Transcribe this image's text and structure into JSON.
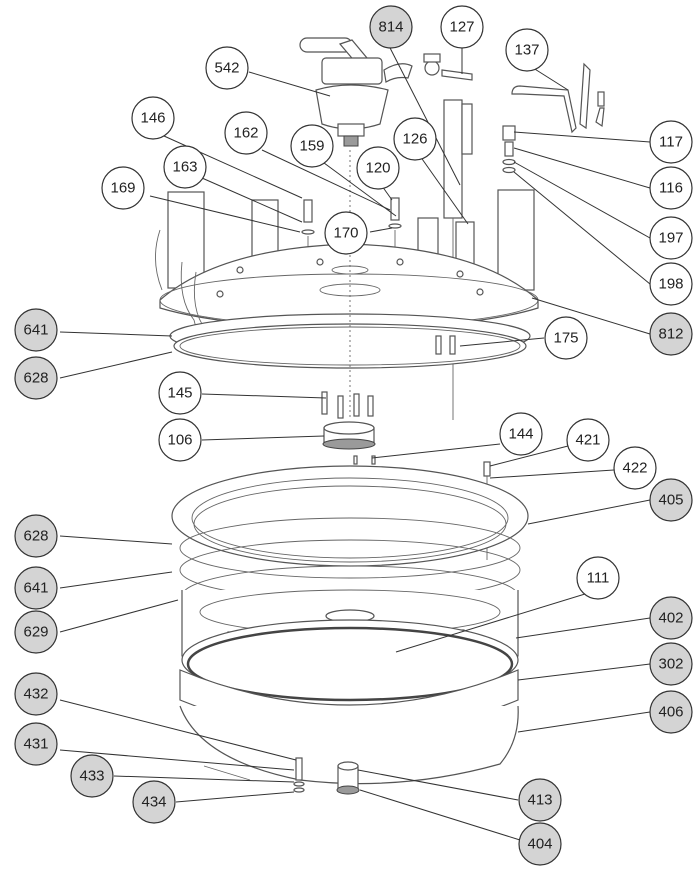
{
  "callouts": [
    {
      "label": "814",
      "style": "gray"
    },
    {
      "label": "127",
      "style": "white"
    },
    {
      "label": "137",
      "style": "white"
    },
    {
      "label": "542",
      "style": "white"
    },
    {
      "label": "146",
      "style": "white"
    },
    {
      "label": "162",
      "style": "white"
    },
    {
      "label": "159",
      "style": "white"
    },
    {
      "label": "126",
      "style": "white"
    },
    {
      "label": "117",
      "style": "white"
    },
    {
      "label": "120",
      "style": "white"
    },
    {
      "label": "163",
      "style": "white"
    },
    {
      "label": "116",
      "style": "white"
    },
    {
      "label": "169",
      "style": "white"
    },
    {
      "label": "170",
      "style": "white"
    },
    {
      "label": "197",
      "style": "white"
    },
    {
      "label": "198",
      "style": "white"
    },
    {
      "label": "641",
      "style": "gray"
    },
    {
      "label": "812",
      "style": "gray"
    },
    {
      "label": "175",
      "style": "white"
    },
    {
      "label": "628",
      "style": "gray"
    },
    {
      "label": "145",
      "style": "white"
    },
    {
      "label": "144",
      "style": "white"
    },
    {
      "label": "106",
      "style": "white"
    },
    {
      "label": "421",
      "style": "white"
    },
    {
      "label": "422",
      "style": "white"
    },
    {
      "label": "405",
      "style": "gray"
    },
    {
      "label": "628",
      "style": "gray"
    },
    {
      "label": "641",
      "style": "gray"
    },
    {
      "label": "111",
      "style": "white"
    },
    {
      "label": "629",
      "style": "gray"
    },
    {
      "label": "402",
      "style": "gray"
    },
    {
      "label": "302",
      "style": "gray"
    },
    {
      "label": "432",
      "style": "gray"
    },
    {
      "label": "406",
      "style": "gray"
    },
    {
      "label": "431",
      "style": "gray"
    },
    {
      "label": "433",
      "style": "gray"
    },
    {
      "label": "434",
      "style": "gray"
    },
    {
      "label": "413",
      "style": "gray"
    },
    {
      "label": "404",
      "style": "gray"
    }
  ],
  "colors": {
    "callout_gray_fill": "#d4d4d4",
    "callout_white_fill": "#ffffff",
    "line": "#333333"
  }
}
